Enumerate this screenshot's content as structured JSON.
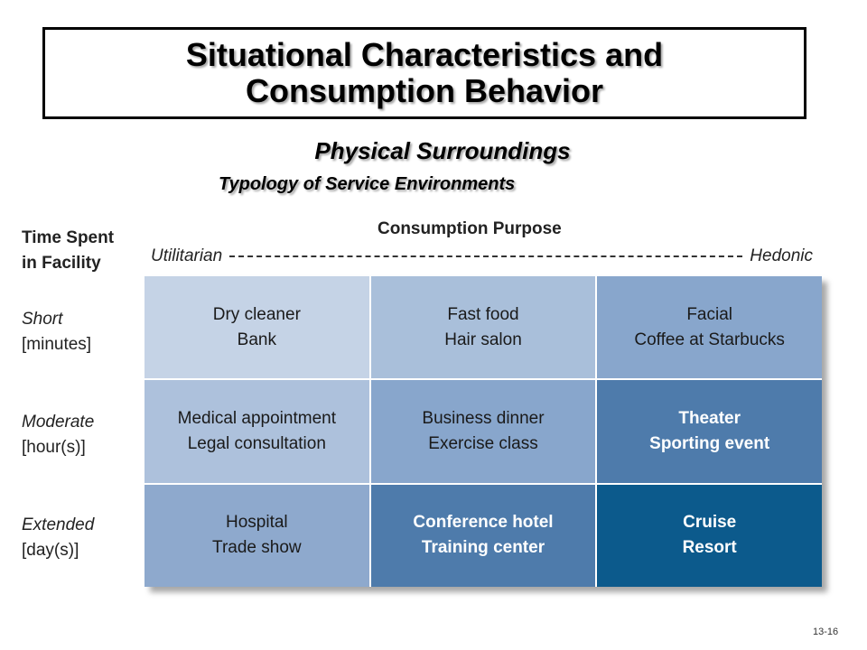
{
  "title": {
    "line1": "Situational Characteristics and",
    "line2": "Consumption Behavior"
  },
  "subtitle": "Physical Surroundings",
  "subsubtitle": "Typology of Service Environments",
  "axis_left": {
    "line1": "Time Spent",
    "line2": "in Facility"
  },
  "axis_top": "Consumption Purpose",
  "scale": {
    "left": "Utilitarian",
    "right": "Hedonic"
  },
  "rows": [
    {
      "name": "Short",
      "unit": "[minutes]"
    },
    {
      "name": "Moderate",
      "unit": "[hour(s)]"
    },
    {
      "name": "Extended",
      "unit": "[day(s)]"
    }
  ],
  "cells": [
    [
      {
        "a": "Dry cleaner",
        "b": "Bank",
        "color": "#c5d3e6",
        "bold": false
      },
      {
        "a": "Fast food",
        "b": "Hair salon",
        "color": "#a9bfda",
        "bold": false
      },
      {
        "a": "Facial",
        "b": "Coffee at Starbucks",
        "color": "#88a6cc",
        "bold": false
      }
    ],
    [
      {
        "a": "Medical appointment",
        "b": "Legal consultation",
        "color": "#adc1dc",
        "bold": false
      },
      {
        "a": "Business dinner",
        "b": "Exercise class",
        "color": "#88a6cc",
        "bold": false
      },
      {
        "a": "Theater",
        "b": "Sporting event",
        "color": "#4e7bab",
        "bold": true
      }
    ],
    [
      {
        "a": "Hospital",
        "b": "Trade show",
        "color": "#8ea9cd",
        "bold": false
      },
      {
        "a": "Conference hotel",
        "b": "Training center",
        "color": "#4e7bab",
        "bold": true
      },
      {
        "a": "Cruise",
        "b": "Resort",
        "color": "#0c5a8c",
        "bold": true
      }
    ]
  ],
  "slide_number": "13-16"
}
